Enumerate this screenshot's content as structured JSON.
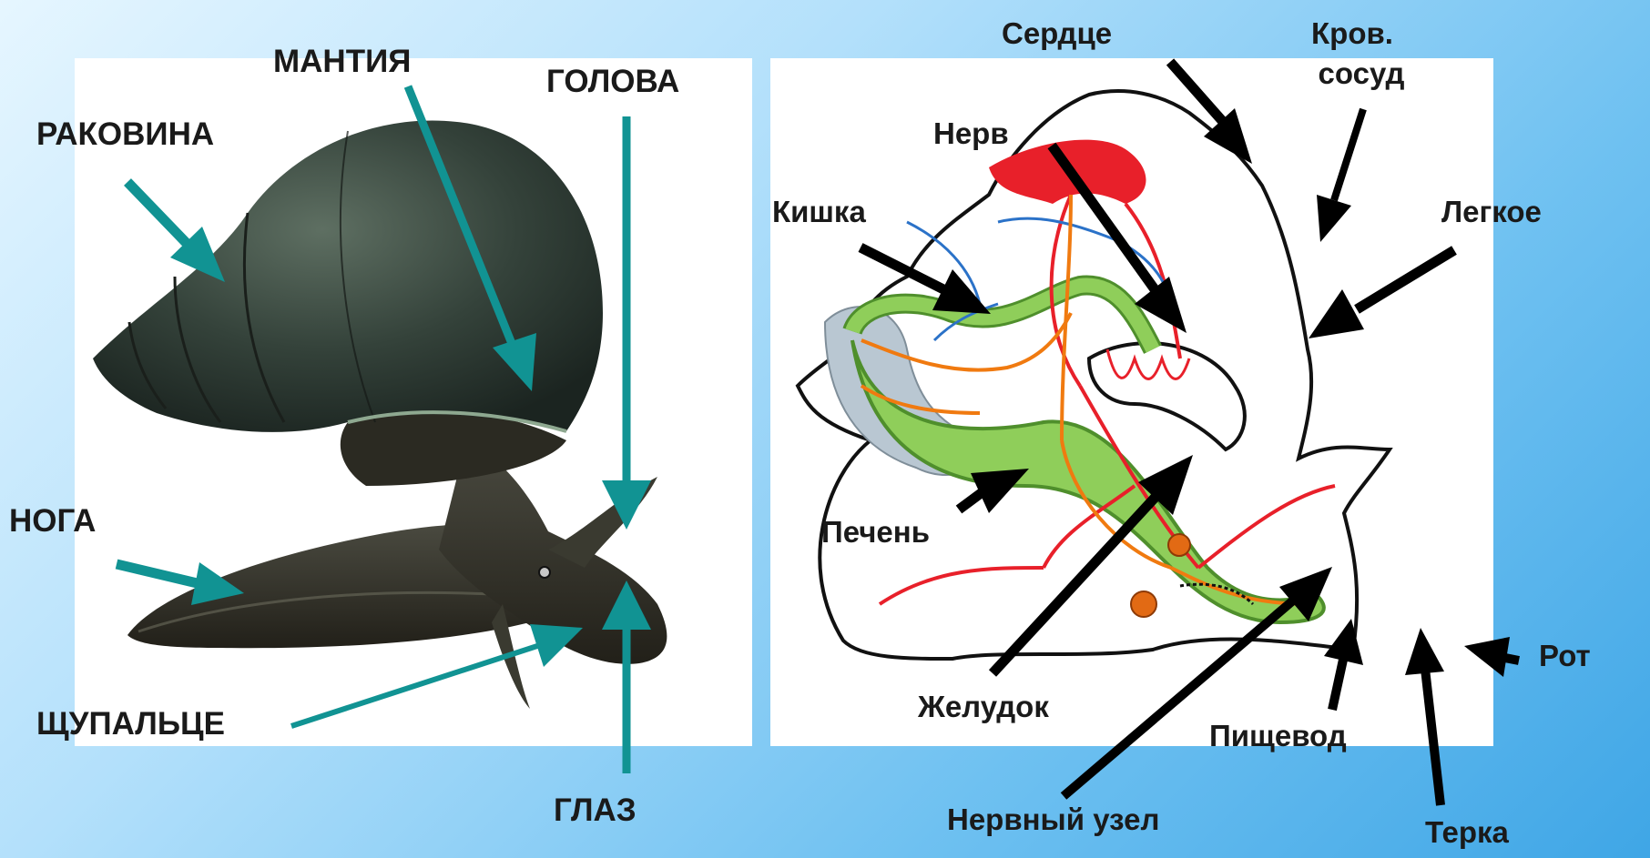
{
  "left_diagram": {
    "labels": {
      "shell": "РАКОВИНА",
      "mantle": "МАНТИЯ",
      "head": "ГОЛОВА",
      "foot": "НОГА",
      "tentacle": "ЩУПАЛЬЦЕ",
      "eye": "ГЛАЗ"
    },
    "arrow_color": "#119393"
  },
  "right_diagram": {
    "labels": {
      "heart": "Сердце",
      "vessel_line1": "Кров.",
      "vessel_line2": "сосуд",
      "nerve": "Нерв",
      "intestine": "Кишка",
      "lung": "Легкое",
      "liver": "Печень",
      "stomach": "Желудок",
      "esophagus": "Пищевод",
      "mouth": "Рот",
      "ganglion": "Нервный узел",
      "radula": "Терка"
    },
    "arrow_color": "#000000",
    "colors": {
      "blood": "#e8202a",
      "nerves": "#f07a10",
      "digestive": "#7cbf4a",
      "vessels_blue": "#2b72c8",
      "liver": "#b9c7d2"
    }
  }
}
